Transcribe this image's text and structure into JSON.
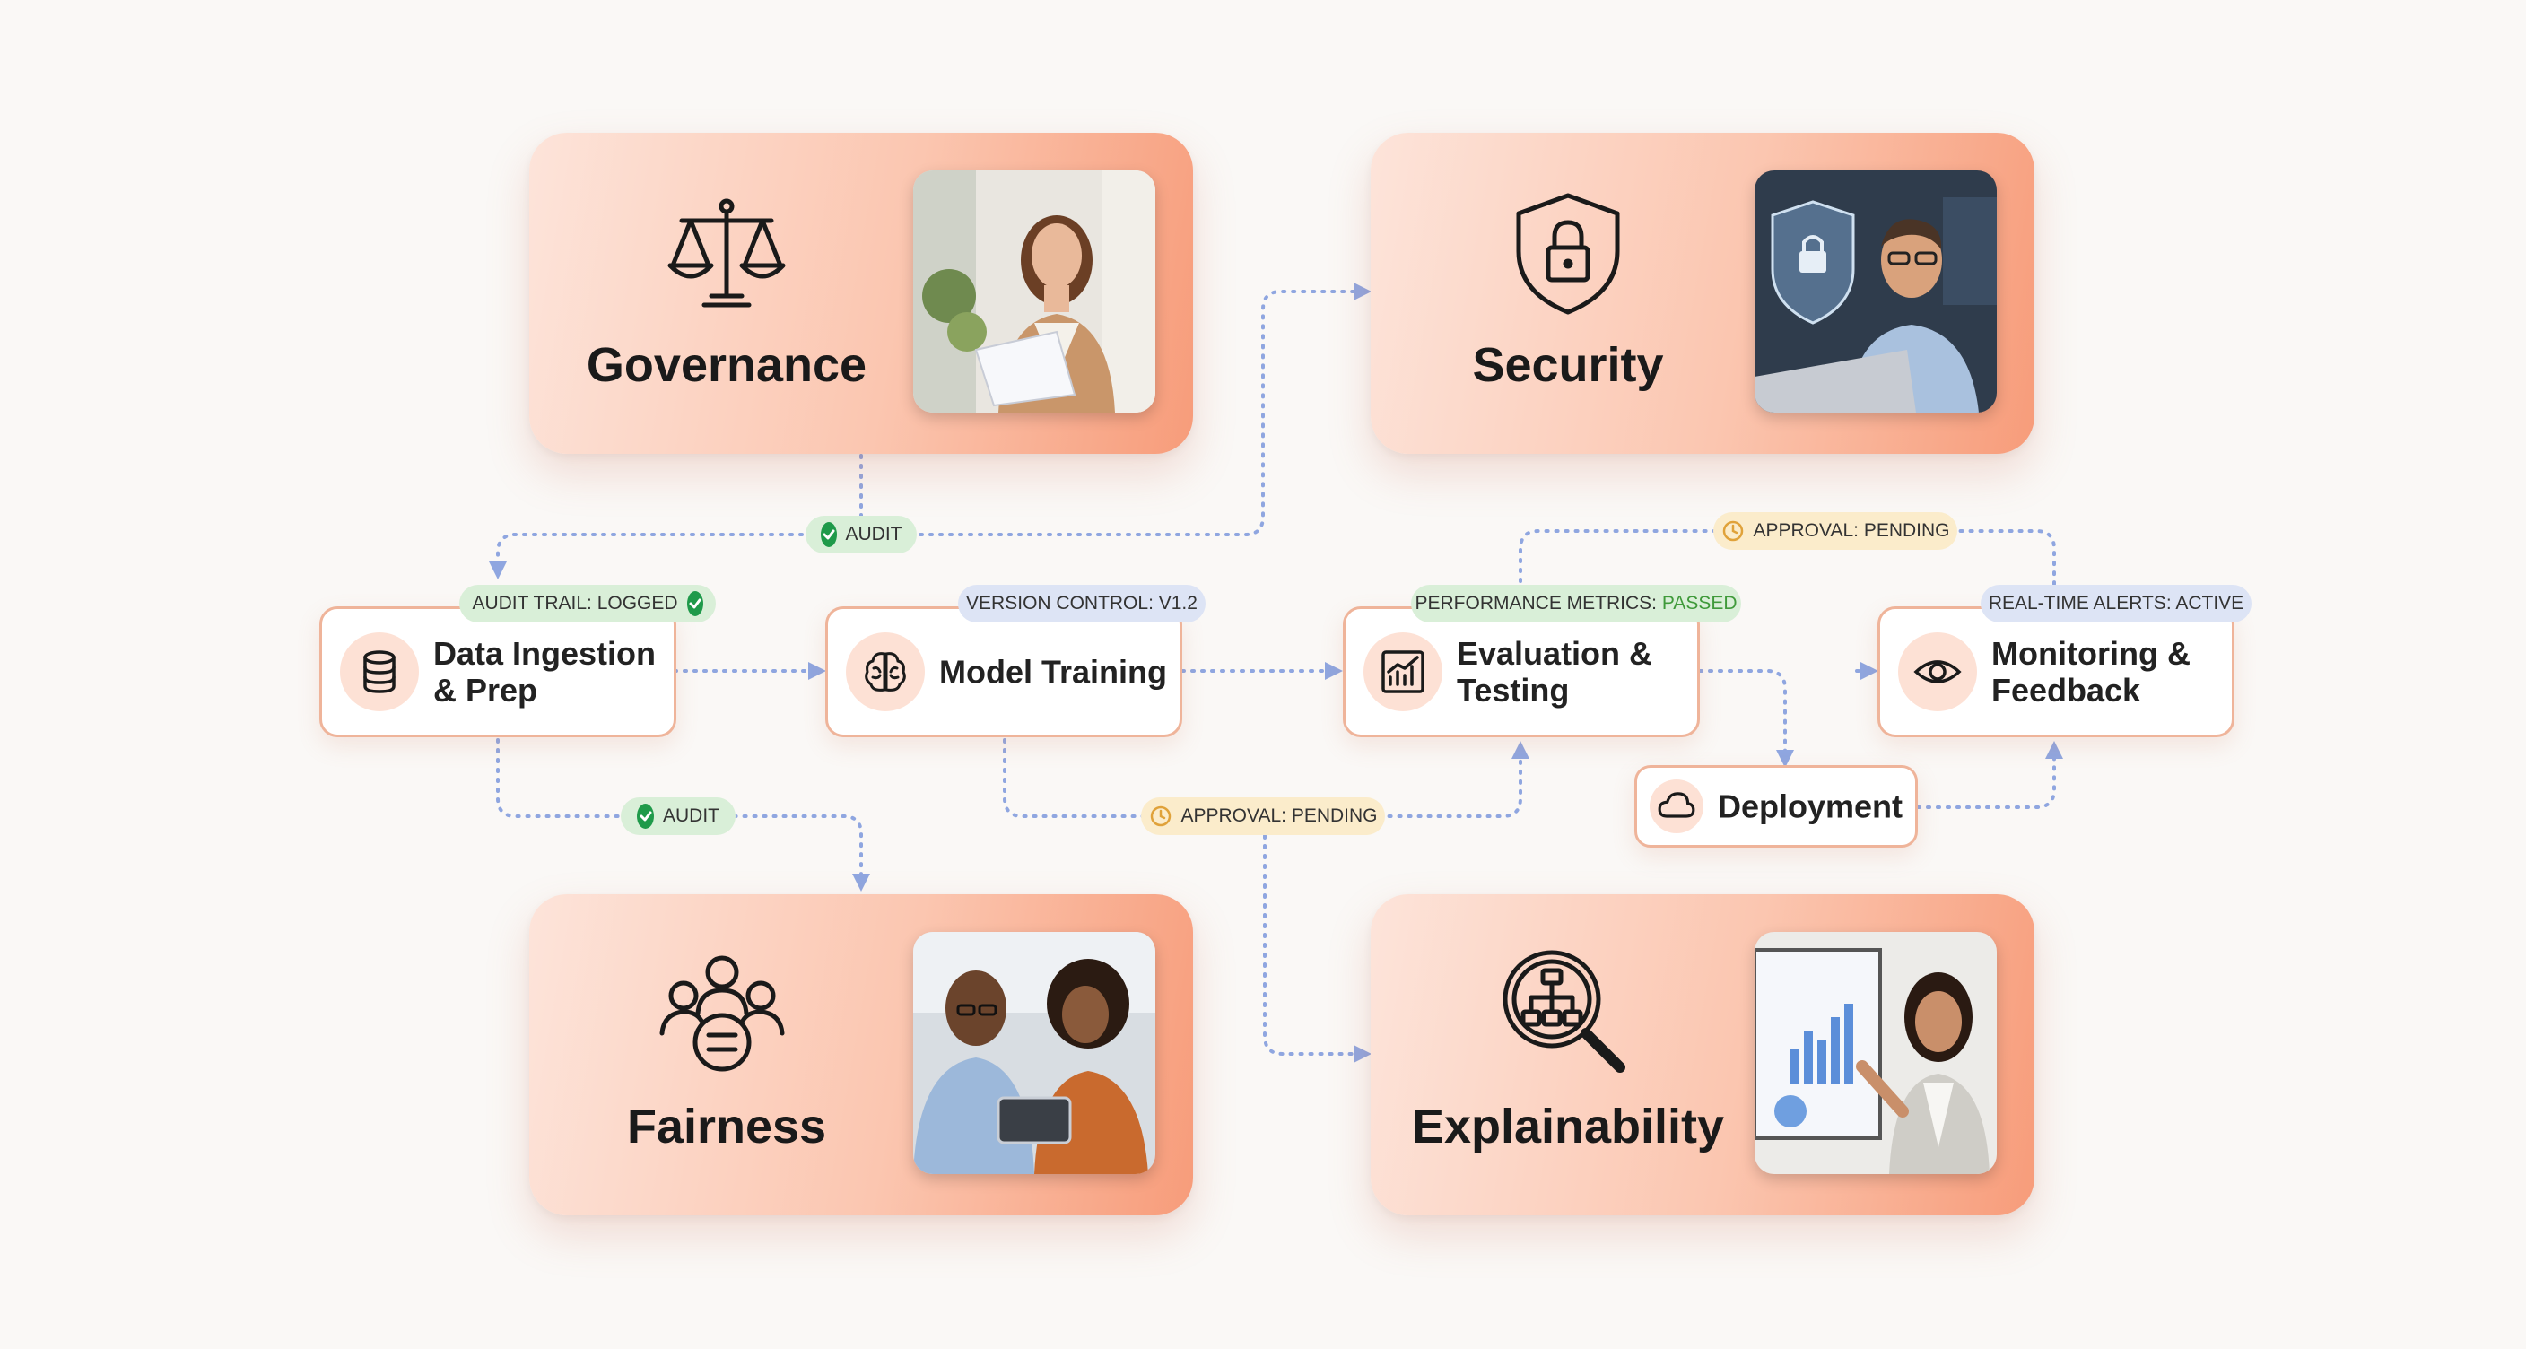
{
  "pillars": {
    "governance": {
      "title": "Governance",
      "icon": "scales-icon",
      "photo": "woman-reading-document-photo"
    },
    "security": {
      "title": "Security",
      "icon": "shield-lock-icon",
      "photo": "man-at-laptop-security-photo"
    },
    "fairness": {
      "title": "Fairness",
      "icon": "people-equal-icon",
      "photo": "colleagues-with-tablet-photo"
    },
    "explainability": {
      "title": "Explainability",
      "icon": "magnify-hierarchy-icon",
      "photo": "woman-presenting-chart-photo"
    }
  },
  "stages": {
    "data_ingestion": {
      "label_line1": "Data Ingestion",
      "label_line2": "& Prep",
      "icon": "database-icon"
    },
    "model_training": {
      "label": "Model Training",
      "icon": "brain-icon"
    },
    "evaluation": {
      "label_line1": "Evaluation &",
      "label_line2": "Testing",
      "icon": "chart-trend-icon"
    },
    "monitoring": {
      "label_line1": "Monitoring &",
      "label_line2": "Feedback",
      "icon": "eye-icon"
    },
    "deployment": {
      "label": "Deployment",
      "icon": "cloud-icon"
    }
  },
  "badges": {
    "audit_top": "AUDIT",
    "audit_bottom": "AUDIT",
    "audit_trail_prefix": "AUDIT TRAIL: ",
    "audit_trail_status": "LOGGED",
    "version_control": "VERSION CONTROL: V1.2",
    "perf_metrics_prefix": "PERFORMANCE METRICS: ",
    "perf_metrics_status": "PASSED",
    "approval_top": "APPROVAL: PENDING",
    "approval_bottom": "APPROVAL: PENDING",
    "realtime_alerts": "REAL-TIME ALERTS: ACTIVE"
  },
  "colors": {
    "accent": "#f79c7a",
    "connector": "#8fa6e0",
    "status_ok": "#1f9a4a",
    "status_pending": "#e0a23a",
    "passed_text": "#3f9a3a"
  }
}
